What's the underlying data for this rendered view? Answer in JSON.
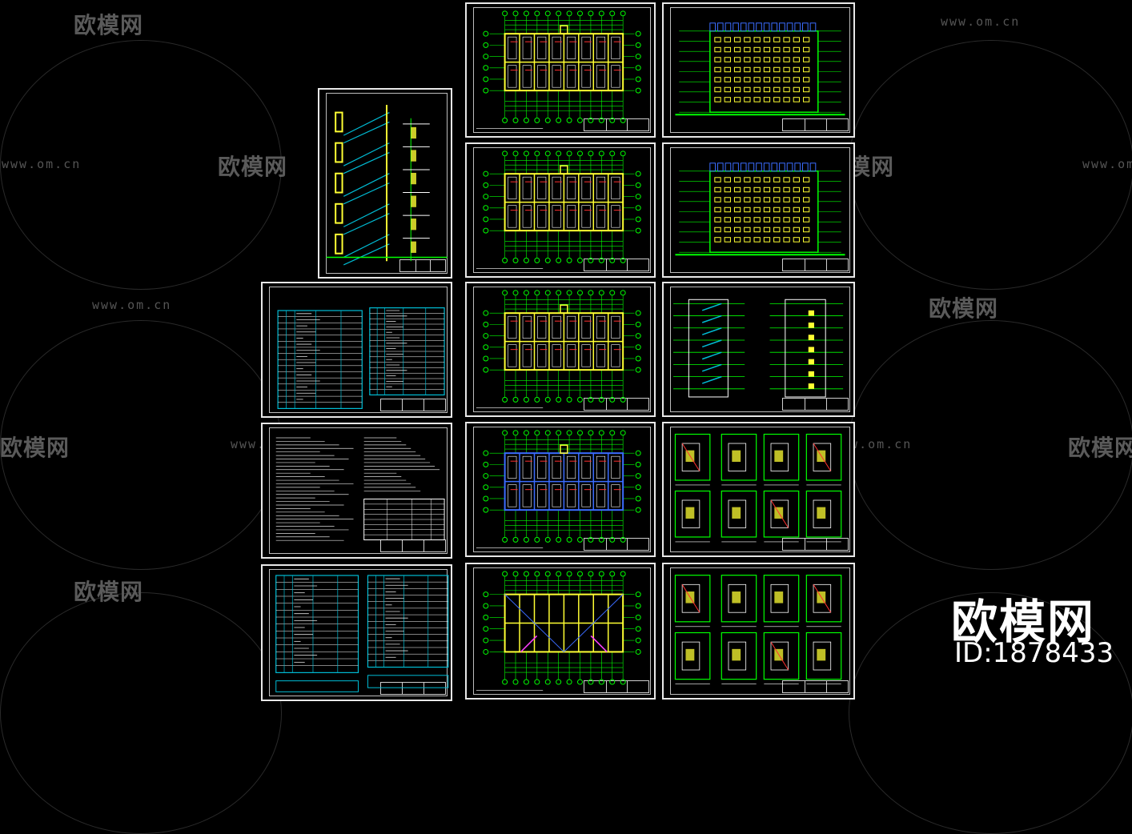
{
  "watermark": {
    "brand": "欧模网",
    "url": "www.om.cn"
  },
  "overlay": {
    "brand": "欧模网",
    "id_text": "ID:1878433"
  },
  "colors": {
    "background": "#000000",
    "frame": "#e8e8e8",
    "line_green": "#00ff00",
    "fill_yellow": "#ffff33",
    "table_cyan": "#00bcd4",
    "accent_red": "#ff3030",
    "accent_blue": "#3b6cff",
    "watermark": "#555555"
  },
  "sheets": [
    {
      "kind": "section"
    },
    {
      "kind": "table-list"
    },
    {
      "kind": "notes"
    },
    {
      "kind": "table-schedule"
    },
    {
      "kind": "floor-plan"
    },
    {
      "kind": "floor-plan"
    },
    {
      "kind": "floor-plan"
    },
    {
      "kind": "floor-plan-blue"
    },
    {
      "kind": "roof-plan"
    },
    {
      "kind": "elevation"
    },
    {
      "kind": "elevation"
    },
    {
      "kind": "section-pair"
    },
    {
      "kind": "details"
    },
    {
      "kind": "details"
    }
  ]
}
